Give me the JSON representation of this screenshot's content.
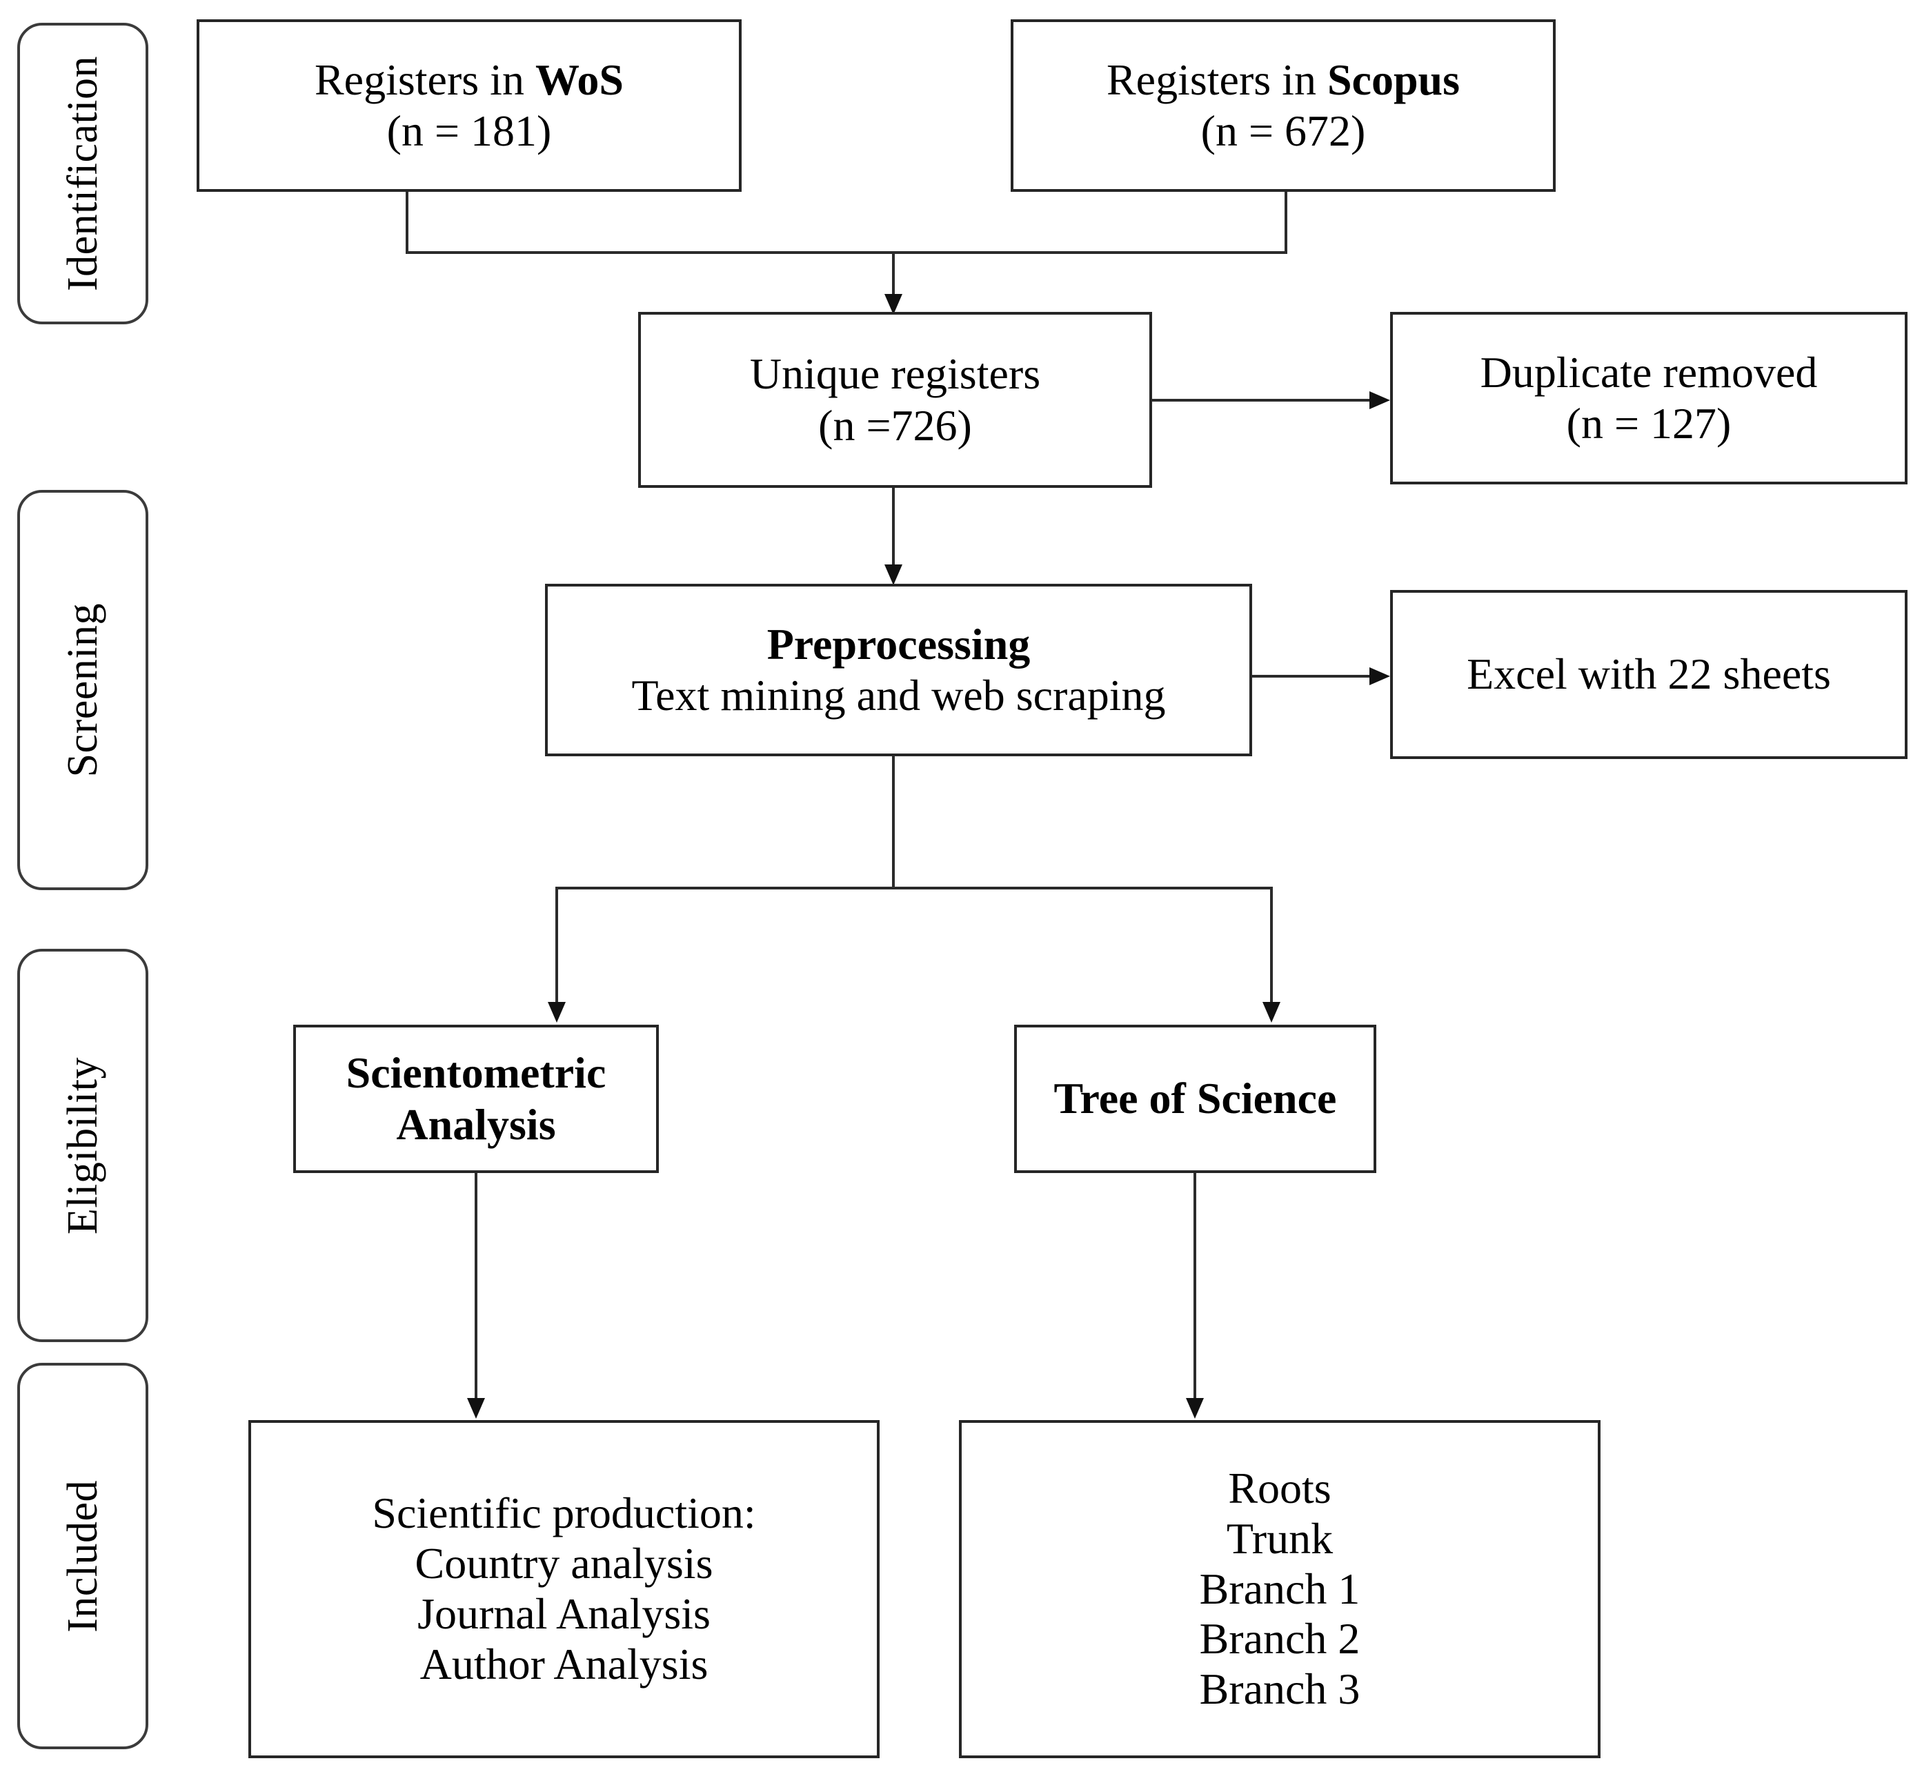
{
  "diagram": {
    "type": "prisma-flow-diagram",
    "stages": [
      {
        "id": "identification",
        "label": "Identification"
      },
      {
        "id": "screening",
        "label": "Screening"
      },
      {
        "id": "eligibility",
        "label": "Eligibility"
      },
      {
        "id": "included",
        "label": "Included"
      }
    ],
    "boxes": {
      "wos": {
        "line1_prefix": "Registers in ",
        "line1_bold": "WoS",
        "line2": "(n = 181)"
      },
      "scopus": {
        "line1_prefix": "Registers in ",
        "line1_bold": "Scopus",
        "line2": "(n = 672)"
      },
      "unique_registers": {
        "line1": "Unique registers",
        "line2": "(n =726)"
      },
      "duplicate_removed": {
        "line1": "Duplicate removed",
        "line2": "(n = 127)"
      },
      "preprocessing": {
        "line1_bold": "Preprocessing",
        "line2": "Text mining and web scraping"
      },
      "excel_output": {
        "line1": "Excel with 22 sheets"
      },
      "scientometric_analysis": {
        "line1_bold": "Scientometric",
        "line2_bold": "Analysis"
      },
      "tree_of_science": {
        "line1_bold": "Tree of Science"
      },
      "scientific_production": {
        "lines": [
          "Scientific production:",
          "Country analysis",
          "Journal Analysis",
          "Author Analysis"
        ]
      },
      "tos_results": {
        "lines": [
          "Roots",
          "Trunk",
          "Branch 1",
          "Branch 2",
          "Branch 3"
        ]
      }
    },
    "colors": {
      "box_border": "#262626",
      "pill_border": "#3b3b3b",
      "connector": "#2b2b2b",
      "text": "#000000",
      "background": "#ffffff"
    }
  }
}
